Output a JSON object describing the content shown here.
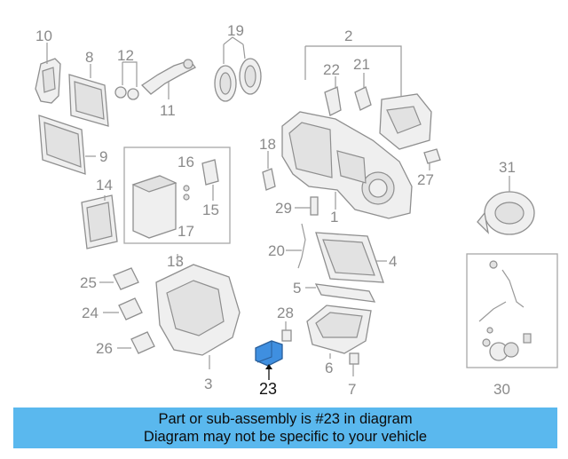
{
  "diagram": {
    "callouts": [
      "10",
      "8",
      "12",
      "19",
      "11",
      "2",
      "22",
      "21",
      "9",
      "18",
      "16",
      "14",
      "27",
      "15",
      "31",
      "29",
      "1",
      "17",
      "20",
      "4",
      "13",
      "25",
      "5",
      "24",
      "28",
      "26",
      "6",
      "23",
      "3",
      "7",
      "30"
    ],
    "highlight": "23",
    "highlight_color": "#3f8fe0",
    "line_color": "#9a9a9a"
  },
  "banner": {
    "line1": "Part or sub-assembly is #23 in diagram",
    "line2": "Diagram may not be specific to your vehicle",
    "background": "#5ab8ee"
  }
}
